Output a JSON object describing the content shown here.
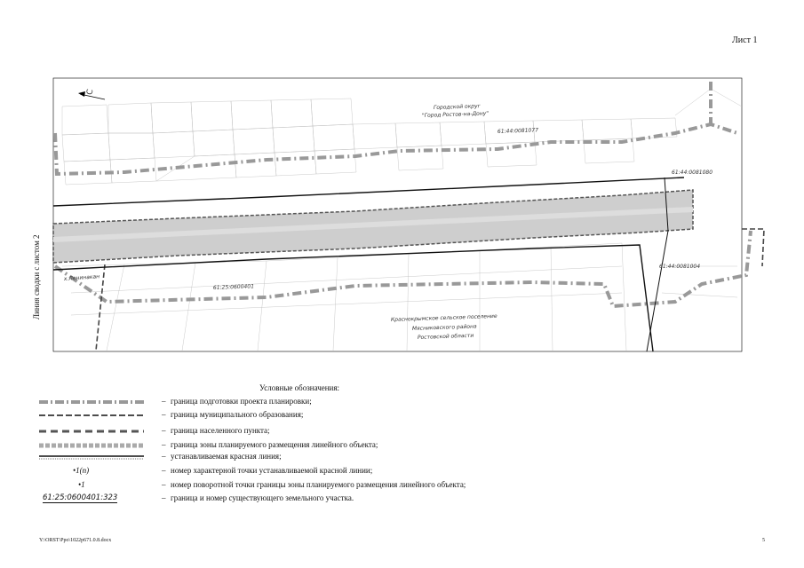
{
  "sheet": "Лист 1",
  "side_label": "Линия сводки с листом 2",
  "map": {
    "north_arrow": "С",
    "labels": {
      "city_district_1": "Городской округ",
      "city_district_2": "\"Город Ростов-на-Дону\"",
      "settlement_1": "Краснокрымское сельское поселение",
      "settlement_2": "Мясниковского района",
      "settlement_3": "Ростовской области",
      "village": "х.Ленинакан",
      "parcel_1": "61:44:0081077",
      "parcel_2": "61:25:0600401",
      "parcel_3": "61:44:0081080",
      "parcel_4": "61:44:0081004"
    }
  },
  "legend": {
    "title": "Условные обозначения:",
    "dash": "–",
    "items": [
      {
        "text": "граница подготовки проекта планировки;"
      },
      {
        "text": "граница муниципального образования;"
      },
      {
        "text": "граница населенного пункта;"
      },
      {
        "text": "граница зоны планируемого размещения линейного объекта;"
      },
      {
        "text": "устанавливаемая красная линия;"
      },
      {
        "text": "номер характерной точки устанавливаемой красной линии;",
        "symbol_label": "1(п)"
      },
      {
        "text": "номер поворотной точки границы зоны планируемого размещения линейного объекта;",
        "symbol_label": "1"
      },
      {
        "text": "граница и номер существующего земельного участка.",
        "symbol_label": "61:25:0600401:323"
      }
    ]
  },
  "footer": {
    "path": "Y:\\ORST\\Ppo\\1022p671.0.8.docx",
    "page": "5"
  }
}
